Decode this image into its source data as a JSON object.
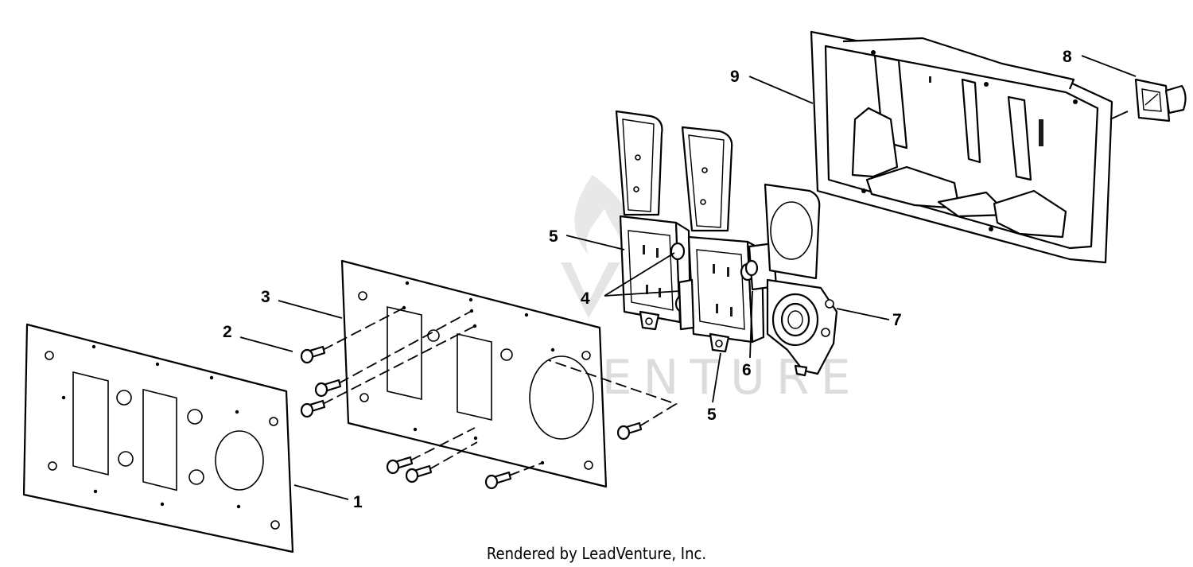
{
  "callouts": {
    "c1": "1",
    "c2": "2",
    "c3": "3",
    "c4": "4",
    "c5a": "5",
    "c5b": "5",
    "c6": "6",
    "c7": "7",
    "c8": "8",
    "c9": "9"
  },
  "watermark": {
    "text": "LEADVENTURE"
  },
  "footer": {
    "text": "Rendered by LeadVenture, Inc."
  }
}
